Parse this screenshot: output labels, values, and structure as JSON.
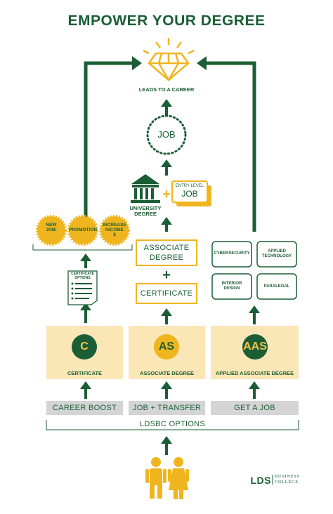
{
  "title": "EMPOWER YOUR DEGREE",
  "career": {
    "label": "LEADS TO A CAREER"
  },
  "job": {
    "label": "JOB"
  },
  "university": {
    "label": "UNIVERSITY\nDEGREE"
  },
  "entry_level": {
    "line1": "ENTRY LEVEL",
    "line2": "JOB"
  },
  "badges": [
    {
      "label": "NEW\nJOB!"
    },
    {
      "label": "PROMOTION"
    },
    {
      "label": "INCREASE\nINCOME\n$"
    }
  ],
  "certificate_options": {
    "label": "CERTIFICATE\nOPTIONS"
  },
  "associate_degree_box": {
    "label": "ASSOCIATE\nDEGREE"
  },
  "plus": "+",
  "certificate_box": {
    "label": "CERTIFICATE"
  },
  "aas_options": [
    {
      "label": "CYBERSECURITY"
    },
    {
      "label": "APPLIED\nTECHNOLOGY"
    },
    {
      "label": "INTERIOR\nDESIGN"
    },
    {
      "label": "PARALEGAL"
    }
  ],
  "tracks": [
    {
      "code": "C",
      "label": "CERTIFICATE"
    },
    {
      "code": "AS",
      "label": "ASSOCIATE DEGREE"
    },
    {
      "code": "AAS",
      "label": "APPLIED ASSOCIATE DEGREE"
    }
  ],
  "options": [
    {
      "label": "CAREER BOOST"
    },
    {
      "label": "JOB + TRANSFER"
    },
    {
      "label": "GET A JOB"
    }
  ],
  "ldsbc_options": {
    "label": "LDSBC OPTIONS"
  },
  "logo": {
    "mark": "LDS",
    "line1": "BUSINESS",
    "line2": "COLLEGE"
  },
  "colors": {
    "green": "#1b5e36",
    "gold": "#f0b51e",
    "cream": "#fbe6b6",
    "gray": "#d4d4d4"
  }
}
